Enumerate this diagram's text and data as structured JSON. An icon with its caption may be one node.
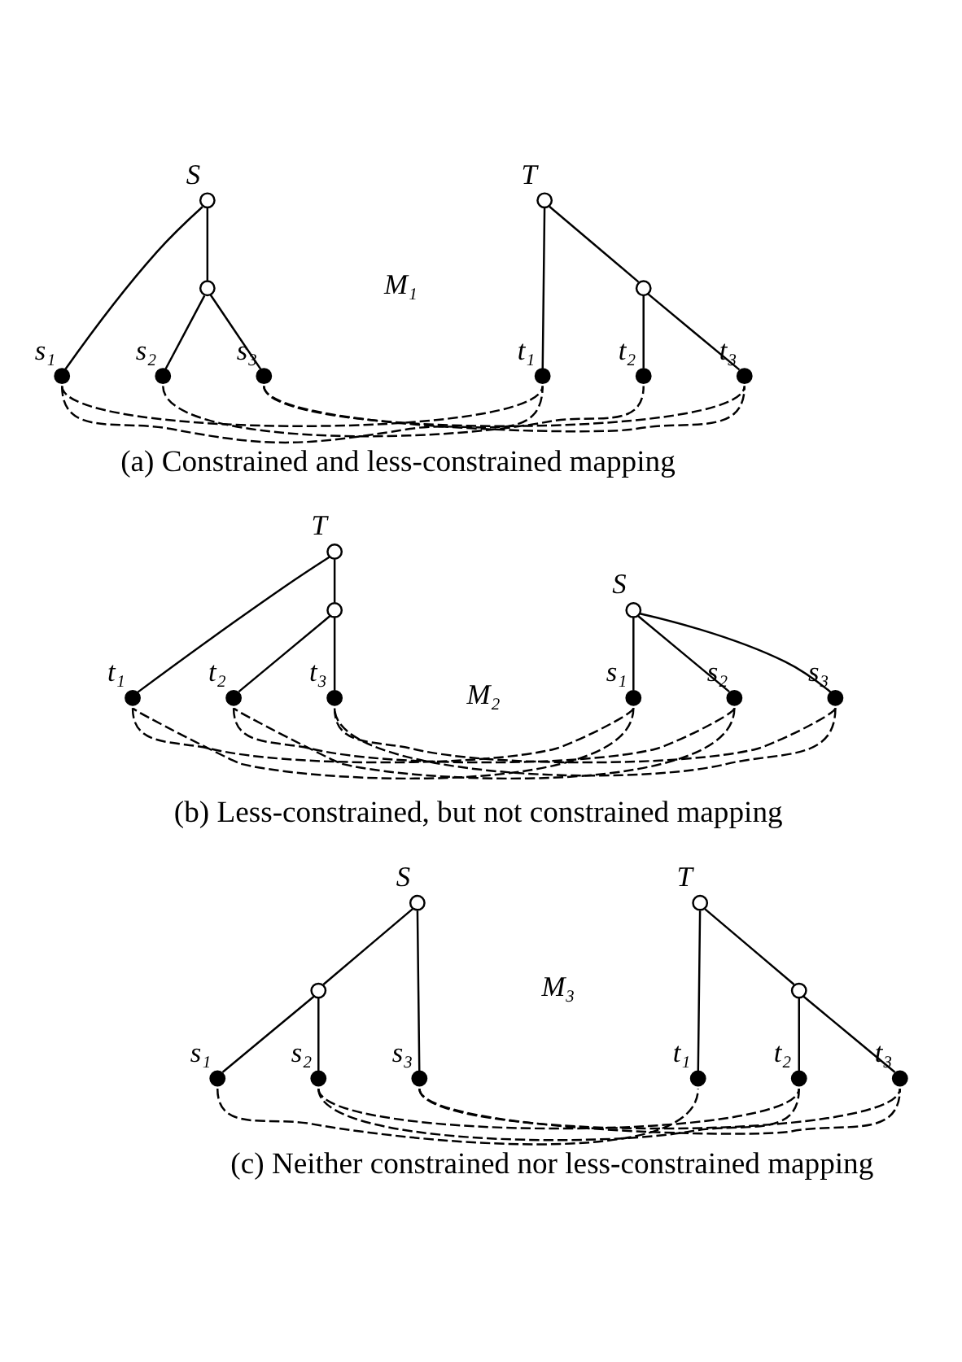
{
  "diagram": {
    "nodes": [
      {
        "text": [],
        "shape": "circle",
        "beside": [
          "S"
        ]
      },
      {
        "text": [],
        "shape": "circle"
      },
      {
        "text": [],
        "shape": "dot",
        "beside": [
          "s₁"
        ]
      },
      {
        "text": [],
        "shape": "dot",
        "beside": [
          "s₂"
        ]
      },
      {
        "text": [],
        "shape": "dot",
        "beside": [
          "s₃"
        ]
      },
      {
        "text": [],
        "shape": "circle",
        "beside": [
          "T"
        ]
      },
      {
        "text": [],
        "shape": "circle"
      },
      {
        "text": [],
        "shape": "dot",
        "beside": [
          "t₁"
        ]
      },
      {
        "text": [],
        "shape": "dot",
        "beside": [
          "t₂"
        ]
      },
      {
        "text": [],
        "shape": "dot",
        "beside": [
          "t₃"
        ]
      },
      {
        "text": [],
        "shape": "circle",
        "beside": [
          "S"
        ]
      },
      {
        "text": [],
        "shape": "dot",
        "beside": [
          "s₁"
        ]
      },
      {
        "text": [],
        "shape": "dot",
        "beside": [
          "s₂"
        ]
      },
      {
        "text": [],
        "shape": "dot",
        "beside": [
          "s₃"
        ]
      },
      {
        "text": [],
        "shape": "circle",
        "beside": [
          "T"
        ]
      },
      {
        "text": [],
        "shape": "circle"
      },
      {
        "text": [],
        "shape": "dot",
        "beside": [
          "t₁"
        ]
      },
      {
        "text": [],
        "shape": "dot",
        "beside": [
          "t₂"
        ]
      },
      {
        "text": [],
        "shape": "dot",
        "beside": [
          "t₃"
        ]
      },
      {
        "text": [],
        "shape": "circle",
        "beside": [
          "S"
        ]
      },
      {
        "text": [],
        "shape": "circle"
      },
      {
        "text": [],
        "shape": "dot",
        "beside": [
          "s₁"
        ]
      },
      {
        "text": [],
        "shape": "dot",
        "beside": [
          "s₂"
        ]
      },
      {
        "text": [],
        "shape": "dot",
        "beside": [
          "s₃"
        ]
      },
      {
        "text": [],
        "shape": "circle",
        "beside": [
          "T"
        ]
      },
      {
        "text": [],
        "shape": "circle"
      },
      {
        "text": [],
        "shape": "dot",
        "beside": [
          "t₁"
        ]
      },
      {
        "text": [],
        "shape": "dot",
        "beside": [
          "t₂"
        ]
      },
      {
        "text": [],
        "shape": "dot",
        "beside": [
          "t₃"
        ]
      }
    ],
    "edges": [
      {
        "from": 0,
        "to": 2,
        "arrow": "none"
      },
      {
        "from": 0,
        "to": 1,
        "arrow": "none"
      },
      {
        "from": 1,
        "to": 3,
        "arrow": "none"
      },
      {
        "from": 1,
        "to": 4,
        "arrow": "none"
      },
      {
        "from": 5,
        "to": 7,
        "arrow": "none"
      },
      {
        "from": 5,
        "to": 6,
        "arrow": "none"
      },
      {
        "from": 6,
        "to": 8,
        "arrow": "none"
      },
      {
        "from": 6,
        "to": 9,
        "arrow": "none"
      },
      {
        "from": 2,
        "to": 7,
        "arrow": "none",
        "style": "dashed"
      },
      {
        "from": 3,
        "to": 8,
        "arrow": "none",
        "style": "dashed"
      },
      {
        "from": 4,
        "to": 9,
        "arrow": "none",
        "style": "dashed"
      },
      {
        "from": 10,
        "to": 11,
        "arrow": "none"
      },
      {
        "from": 10,
        "to": 12,
        "arrow": "none"
      },
      {
        "from": 10,
        "to": 13,
        "arrow": "none"
      },
      {
        "from": 14,
        "to": 16,
        "arrow": "none"
      },
      {
        "from": 14,
        "to": 15,
        "arrow": "none"
      },
      {
        "from": 15,
        "to": 17,
        "arrow": "none"
      },
      {
        "from": 15,
        "to": 18,
        "arrow": "none"
      },
      {
        "from": 11,
        "to": 16,
        "arrow": "none",
        "style": "dashed"
      },
      {
        "from": 12,
        "to": 17,
        "arrow": "none",
        "style": "dashed"
      },
      {
        "from": 13,
        "to": 18,
        "arrow": "none",
        "style": "dashed"
      },
      {
        "from": 19,
        "to": 20,
        "arrow": "none"
      },
      {
        "from": 19,
        "to": 23,
        "arrow": "none"
      },
      {
        "from": 20,
        "to": 21,
        "arrow": "none"
      },
      {
        "from": 20,
        "to": 22,
        "arrow": "none"
      },
      {
        "from": 24,
        "to": 26,
        "arrow": "none"
      },
      {
        "from": 24,
        "to": 25,
        "arrow": "none"
      },
      {
        "from": 25,
        "to": 27,
        "arrow": "none"
      },
      {
        "from": 25,
        "to": 28,
        "arrow": "none"
      },
      {
        "from": 21,
        "to": 26,
        "arrow": "none",
        "style": "dashed"
      },
      {
        "from": 22,
        "to": 27,
        "arrow": "none",
        "style": "dashed"
      },
      {
        "from": 23,
        "to": 28,
        "arrow": "none",
        "style": "dashed"
      }
    ],
    "labels": [
      "M₁",
      "(a) Constrained and less-constrained mapping",
      "M₂",
      "(b) Less-constrained, but not constrained mapping",
      "M₃",
      "(c) Neither constrained nor less-constrained mapping"
    ]
  }
}
